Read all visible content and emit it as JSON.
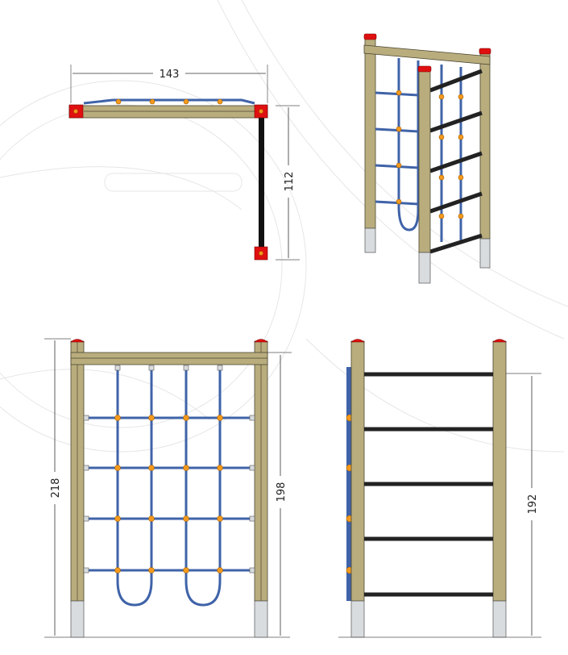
{
  "drawing": {
    "views": {
      "top": {
        "width_dim": "143",
        "depth_dim": "112"
      },
      "front": {
        "total_height_dim": "218",
        "beam_height_dim": "198"
      },
      "side": {
        "rung_height_dim": "192"
      },
      "perspective": {}
    },
    "colors": {
      "wood": "#b9ad7e",
      "cap": "#e01010",
      "rope": "#3f63a8",
      "knot": "#f39a1e",
      "rung": "#222222"
    }
  }
}
